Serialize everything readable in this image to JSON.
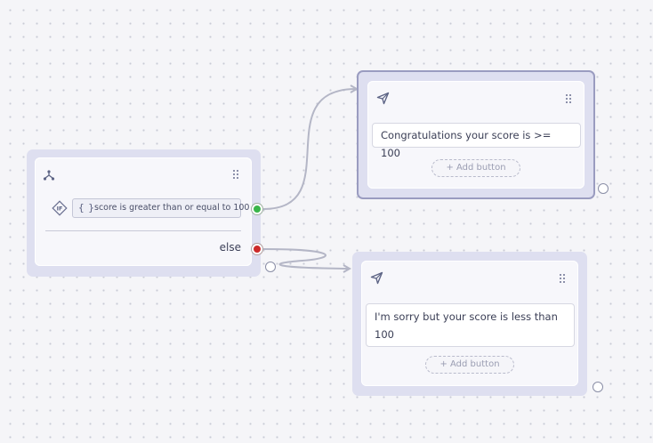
{
  "condition_node": {
    "icon": "split-icon",
    "condition_text": "score is greater than or equal to 100",
    "if_badge": "IF",
    "else_label": "else"
  },
  "message_nodes": [
    {
      "icon": "send-icon",
      "text": "Congratulations your score is >= 100",
      "add_button_label": "+ Add button"
    },
    {
      "icon": "send-icon",
      "text": "I'm sorry but your score is less than 100",
      "add_button_label": "+ Add button"
    }
  ],
  "colors": {
    "true_port": "#3ab54a",
    "false_port": "#cc2a2a",
    "node_background": "#dedff0",
    "wire": "#b4b6c6"
  }
}
